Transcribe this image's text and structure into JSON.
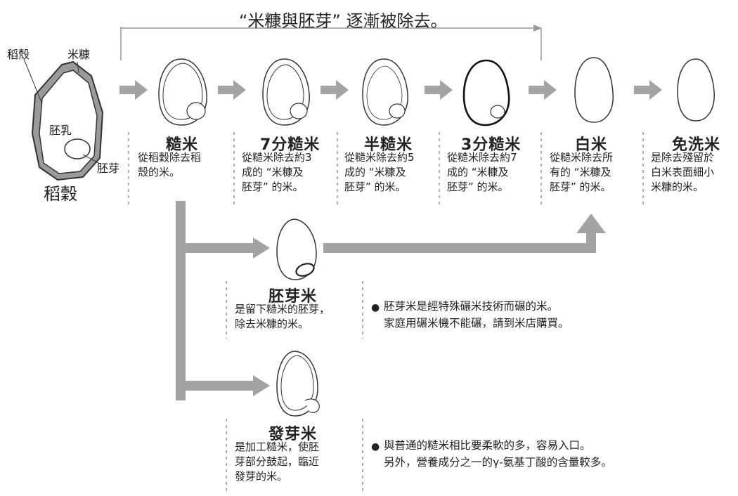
{
  "header": {
    "progress_label": "“米糠與胚芽” 逐漸被除去。"
  },
  "paddy": {
    "label_husk": "稻殼",
    "label_bran": "米糠",
    "label_endosperm": "胚乳",
    "label_germ": "胚芽",
    "title": "稻穀"
  },
  "stages": [
    {
      "title": "糙米",
      "desc": "從稻穀除去稻\n殼的米。"
    },
    {
      "title": "7分糙米",
      "desc": "從糙米除去約3\n成的 “米糠及\n胚芽” 的米。"
    },
    {
      "title": "半糙米",
      "desc": "從糙米除去約5\n成的 “米糠及\n胚芽” 的米。"
    },
    {
      "title": "3分糙米",
      "desc": "從糙米除去約7\n成的 “米糠及\n胚芽” 的米。"
    },
    {
      "title": "白米",
      "desc": "從糙米除去所\n有的 “米糠及\n胚芽” 的米。"
    },
    {
      "title": "免洗米",
      "desc": "是除去殘留於\n白米表面細小\n米糠的米。"
    }
  ],
  "branches": [
    {
      "title": "胚芽米",
      "desc": "是留下糙米的胚芽，\n除去米糠的米。",
      "bullet": "●",
      "note": "胚芽米是經特殊碾米技術而碾的米。\n家庭用碾米機不能碾，請到米店購買。"
    },
    {
      "title": "發芽米",
      "desc": "是加工糙米，使胚\n芽部分鼓起，臨近\n發芽的米。",
      "bullet": "●",
      "note": "與普通的糙米相比要柔軟的多，容易入口。\n另外，營養成分之一的γ-氨基丁酸的含量較多。"
    }
  ],
  "colors": {
    "arrow": "#a3a3a3",
    "outline": "#333333",
    "bran": "#9a9a9a",
    "divider": "#777777"
  }
}
